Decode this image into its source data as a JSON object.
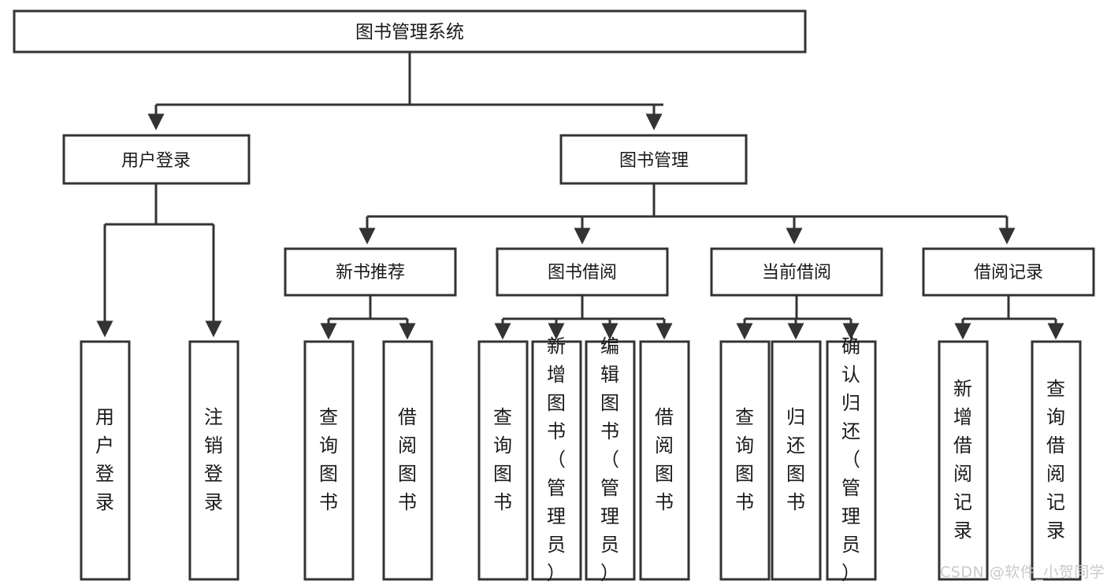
{
  "diagram": {
    "title": "图书管理系统",
    "type": "tree-hierarchy",
    "watermark": "CSDN @软件_小贺同学",
    "colors": {
      "stroke": "#333333",
      "fill": "#ffffff",
      "text": "#1a1a1a",
      "watermark": "#c9c9c9"
    },
    "root": {
      "label": "图书管理系统"
    },
    "level2": [
      {
        "label": "用户登录"
      },
      {
        "label": "图书管理"
      }
    ],
    "level3": [
      {
        "label": "新书推荐"
      },
      {
        "label": "图书借阅"
      },
      {
        "label": "当前借阅"
      },
      {
        "label": "借阅记录"
      }
    ],
    "leaves": {
      "user_login": [
        {
          "label": "用户登录"
        },
        {
          "label": "注销登录"
        }
      ],
      "new_book": [
        {
          "label": "查询图书"
        },
        {
          "label": "借阅图书"
        }
      ],
      "book_borrow": [
        {
          "label": "查询图书"
        },
        {
          "label": "新增图书（管理员）"
        },
        {
          "label": "编辑图书（管理员）"
        },
        {
          "label": "借阅图书"
        }
      ],
      "current_borrow": [
        {
          "label": "查询图书"
        },
        {
          "label": "归还图书"
        },
        {
          "label": "确认归还（管理员）"
        }
      ],
      "borrow_record": [
        {
          "label": "新增借阅记录"
        },
        {
          "label": "查询借阅记录"
        }
      ]
    }
  }
}
